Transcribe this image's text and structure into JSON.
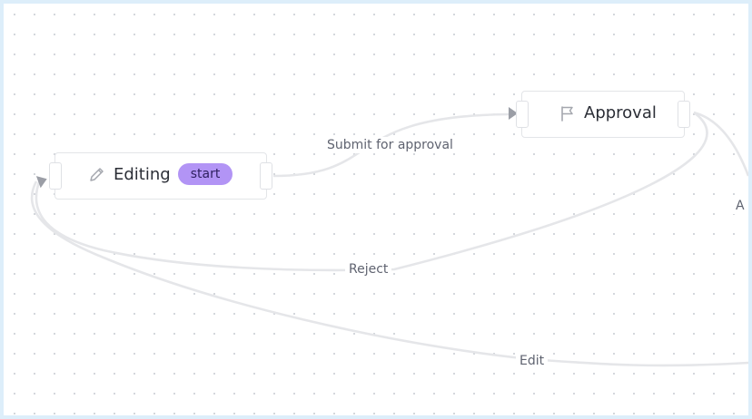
{
  "nodes": {
    "editing": {
      "title": "Editing",
      "badge": "start",
      "icon": "pencil-icon"
    },
    "approval": {
      "title": "Approval",
      "icon": "flag-icon"
    }
  },
  "edges": {
    "submit": {
      "label": "Submit for approval"
    },
    "reject": {
      "label": "Reject"
    },
    "edit": {
      "label": "Edit"
    },
    "offscreen": {
      "label": "A"
    }
  },
  "colors": {
    "badge": "#b294f5",
    "edge": "#e5e6e9",
    "arrow": "#9b9ea6",
    "outer_border": "#ddeefa"
  }
}
